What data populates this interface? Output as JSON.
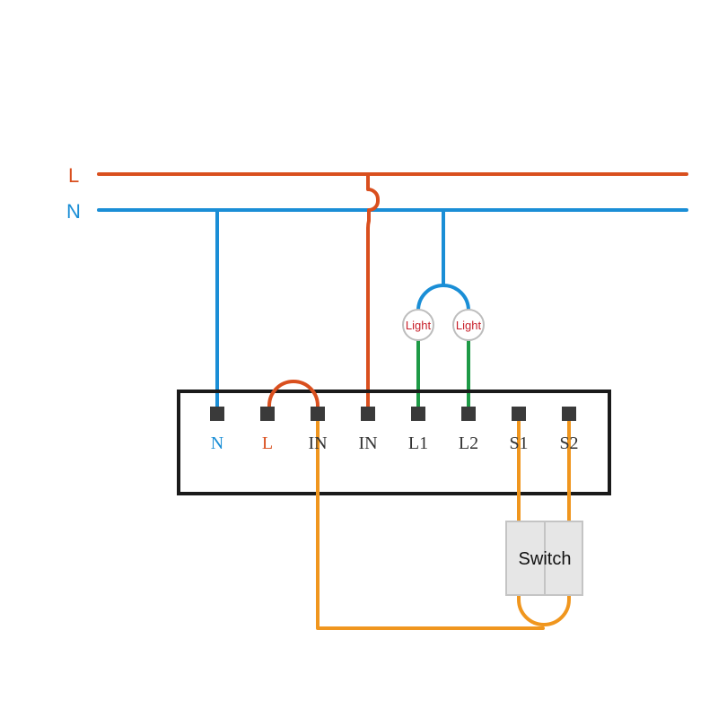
{
  "colors": {
    "live": "#d94f1e",
    "neutral": "#1a8ed6",
    "load": "#1e9a46",
    "switch_wire": "#f0961e",
    "terminal": "#3a3a3a",
    "module_border": "#1a1a1a",
    "light_text": "#c8202a",
    "switch_fill": "#e6e6e6"
  },
  "rails": {
    "live_label": "L",
    "neutral_label": "N"
  },
  "lights": [
    {
      "label": "Light",
      "icon": "light-bulb-icon"
    },
    {
      "label": "Light",
      "icon": "light-bulb-icon"
    }
  ],
  "module": {
    "terminals": [
      {
        "id": "n",
        "label": "N",
        "color": "neutral"
      },
      {
        "id": "l",
        "label": "L",
        "color": "live"
      },
      {
        "id": "in1",
        "label": "IN",
        "color": "dark"
      },
      {
        "id": "in2",
        "label": "IN",
        "color": "dark"
      },
      {
        "id": "l1",
        "label": "L1",
        "color": "dark"
      },
      {
        "id": "l2",
        "label": "L2",
        "color": "dark"
      },
      {
        "id": "s1",
        "label": "S1",
        "color": "dark"
      },
      {
        "id": "s2",
        "label": "S2",
        "color": "dark"
      }
    ]
  },
  "switch": {
    "label": "Switch"
  }
}
